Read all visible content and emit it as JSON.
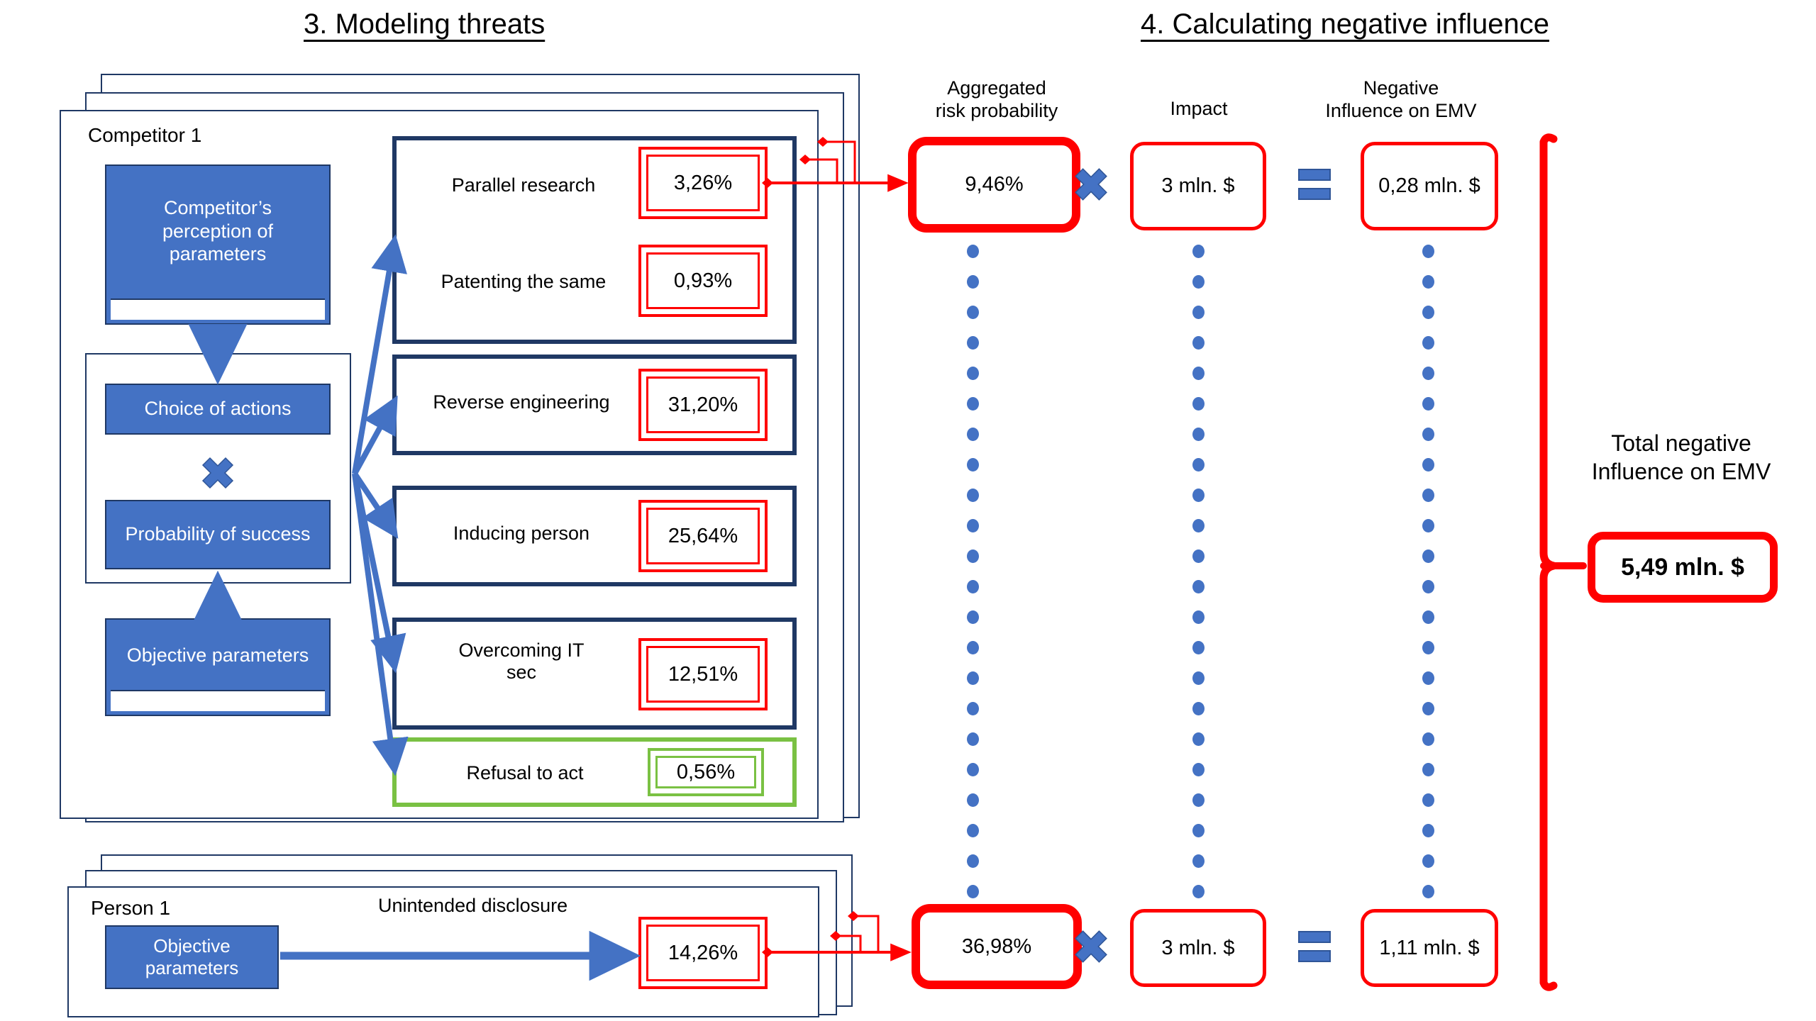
{
  "sections": {
    "modeling_threats": "3. Modeling threats",
    "calculating_negative_influence": "4. Calculating negative influence"
  },
  "column_headers": {
    "aggregated_risk_probability": "Aggregated\nrisk probability",
    "aggregated_risk_probability_line1": "Aggregated",
    "aggregated_risk_probability_line2": "risk probability",
    "impact": "Impact",
    "negative_influence_line1": "Negative",
    "negative_influence_line2": "Influence on EMV"
  },
  "competitor_card": {
    "title": "Competitor 1",
    "perception_box": "Competitor’s perception of parameters",
    "choice_box": "Choice of actions",
    "probability_box": "Probability of success",
    "objective_box": "Objective parameters",
    "multiply_symbol": "✕"
  },
  "person_card": {
    "title": "Person 1",
    "objective_box": "Objective parameters",
    "threat_label": "Unintended disclosure",
    "threat_value": "14,26%"
  },
  "threat_groups": [
    {
      "name": "group-1",
      "color": "#1f3864",
      "threats": [
        {
          "label": "Parallel research",
          "value": "3,26%"
        },
        {
          "label": "Patenting the same",
          "value": "0,93%"
        }
      ]
    },
    {
      "name": "group-2",
      "color": "#1f3864",
      "threats": [
        {
          "label": "Reverse engineering",
          "value": "31,20%"
        }
      ]
    },
    {
      "name": "group-3",
      "color": "#1f3864",
      "threats": [
        {
          "label": "Inducing person",
          "value": "25,64%"
        }
      ]
    },
    {
      "name": "group-4",
      "color": "#1f3864",
      "threats": [
        {
          "label": "Overcoming IT sec",
          "value": "12,51%"
        }
      ]
    },
    {
      "name": "group-5",
      "color": "#7ac143",
      "threats": [
        {
          "label": "Refusal to act",
          "value": "0,56%"
        }
      ]
    }
  ],
  "threats": {
    "parallel_research_label": "Parallel research",
    "parallel_research_value": "3,26%",
    "patenting_label": "Patenting the same",
    "patenting_value": "0,93%",
    "reverse_eng_label": "Reverse engineering",
    "reverse_eng_value": "31,20%",
    "inducing_label": "Inducing person",
    "inducing_value": "25,64%",
    "overcoming_label_l1": "Overcoming IT",
    "overcoming_label_l2": "sec",
    "overcoming_value": "12,51%",
    "refusal_label": "Refusal to act",
    "refusal_value": "0,56%"
  },
  "calculation_rows": [
    {
      "name": "competitor-row",
      "aggregated_risk": "9,46%",
      "impact": "3 mln. $",
      "negative_influence": "0,28 mln. $"
    },
    {
      "name": "person-row",
      "aggregated_risk": "36,98%",
      "impact": "3 mln. $",
      "negative_influence": "1,11 mln. $"
    }
  ],
  "row1": {
    "aggregated_risk": "9,46%",
    "impact": "3 mln. $",
    "negative_influence": "0,28 mln. $"
  },
  "row2": {
    "aggregated_risk": "36,98%",
    "impact": "3 mln. $",
    "negative_influence": "1,11 mln. $"
  },
  "total": {
    "label_line1": "Total negative",
    "label_line2": "Influence on EMV",
    "value": "5,49 mln. $"
  },
  "colors": {
    "navy": "#1f3864",
    "blue_fill": "#4472c4",
    "red": "#ff0000",
    "green": "#7ac143",
    "black": "#000000",
    "white": "#ffffff"
  }
}
